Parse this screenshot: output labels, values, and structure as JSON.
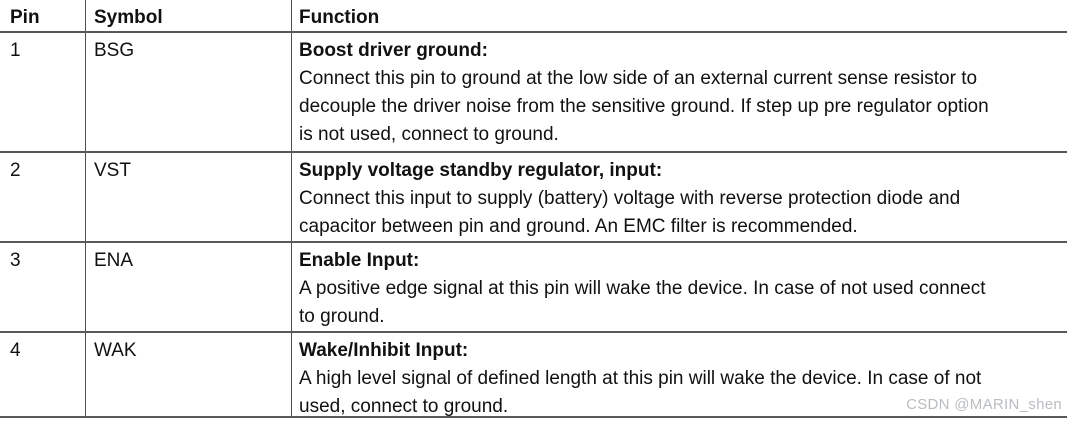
{
  "page": {
    "background": "#ffffff",
    "text_color": "#111111",
    "border_color": "#58595b"
  },
  "table": {
    "columns": [
      {
        "label": "Pin"
      },
      {
        "label": "Symbol"
      },
      {
        "label": "Function"
      }
    ],
    "rows": [
      {
        "pin": "1",
        "symbol": "BSG",
        "function_title": "Boost driver ground:",
        "function_body": "Connect this pin to ground at the low side of an external current sense resistor to\ndecouple the driver noise from the sensitive ground. If step up pre regulator option\nis not used, connect to ground."
      },
      {
        "pin": "2",
        "symbol": "VST",
        "function_title": "Supply voltage standby regulator, input:",
        "function_body": "Connect this input to supply (battery) voltage with reverse protection diode and\ncapacitor between pin and ground. An EMC filter is recommended."
      },
      {
        "pin": "3",
        "symbol": "ENA",
        "function_title": "Enable Input:",
        "function_body": "A positive edge signal at this pin will wake the device. In case of not used connect\nto ground."
      },
      {
        "pin": "4",
        "symbol": "WAK",
        "function_title": "Wake/Inhibit Input:",
        "function_body": "A high level signal of defined length at this pin will wake the device. In case of not\nused, connect to ground."
      }
    ]
  },
  "watermark": {
    "text": "CSDN @MARIN_shen",
    "color": "#b9bdc0"
  }
}
